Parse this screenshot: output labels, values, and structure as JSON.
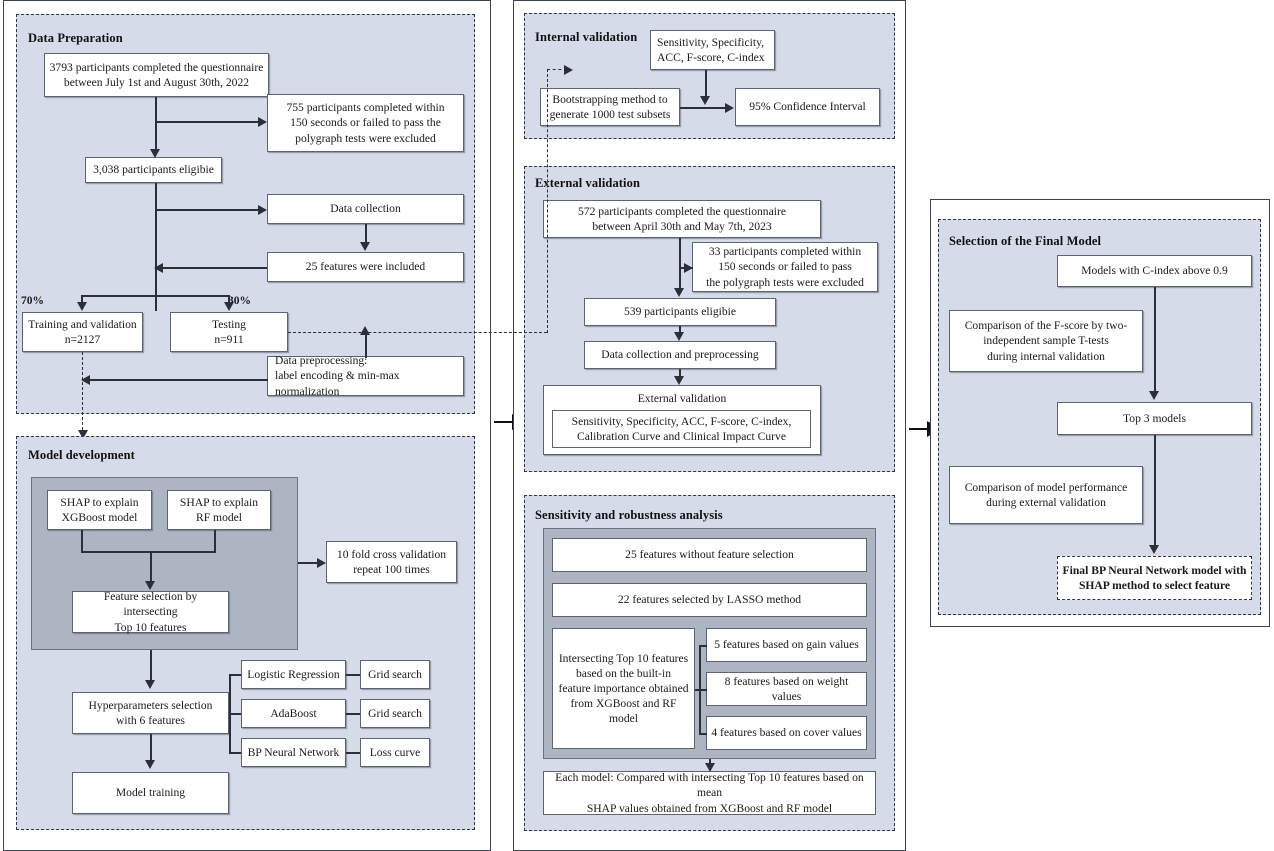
{
  "figure": {
    "type": "flowchart",
    "colors": {
      "panel_fill": "#d6dbe9",
      "gray_block": "#aeb5c2",
      "box_fill": "#ffffff",
      "line": "#2a2f38"
    }
  },
  "columns": [
    {
      "name": "left-column"
    },
    {
      "name": "middle-column"
    },
    {
      "name": "right-column"
    }
  ],
  "panels": {
    "data_preparation": {
      "title": "Data Preparation",
      "boxes": {
        "enrolled": "3793 participants completed the questionnaire\nbetween July 1st and August 30th, 2022",
        "enrolled_l1": "3793 participants completed the questionnaire",
        "enrolled_l2": "between July 1st and August 30th, 2022",
        "excluded_l1": "755 participants completed within",
        "excluded_l2": "150 seconds or failed to pass the",
        "excluded_l3": "polygraph tests were excluded",
        "eligible": "3,038 participants eligibie",
        "data_collection": "Data collection",
        "features": "25 features were included",
        "training_l1": "Training and validation",
        "training_l2": "n=2127",
        "testing_l1": "Testing",
        "testing_l2": "n=911",
        "preprocessing_l1": "Data preprocessing:",
        "preprocessing_l2": "label encoding & min-max normalization"
      },
      "labels": {
        "split_train": "70%",
        "split_test": "30%"
      }
    },
    "model_development": {
      "title": "Model development",
      "boxes": {
        "shap_xgb_l1": "SHAP  to explain",
        "shap_xgb_l2": "XGBoost model",
        "shap_rf_l1": "SHAP  to explain",
        "shap_rf_l2": "RF model",
        "cv_l1": "10 fold cross validation",
        "cv_l2": "repeat 100 times",
        "feature_selection_l1": "Feature selection by intersecting",
        "feature_selection_l2": "Top 10 features",
        "hyperparams_l1": "Hyperparameters selection",
        "hyperparams_l2": "with 6 features",
        "logistic_regression": "Logistic Regression",
        "adaboost": "AdaBoost",
        "bp_neural_network": "BP Neural Network",
        "grid_search_1": "Grid search",
        "grid_search_2": "Grid search",
        "loss_curve": "Loss curve",
        "model_training": "Model training"
      }
    },
    "internal_validation": {
      "title": "Internal validation",
      "boxes": {
        "metrics_l1": "Sensitivity, Specificity,",
        "metrics_l2": "ACC, F-score, C-index",
        "bootstrap_l1": "Bootstrapping method to",
        "bootstrap_l2": "generate 1000 test subsets",
        "ci": "95% Confidence Interval"
      }
    },
    "external_validation": {
      "title": "External validation",
      "boxes": {
        "enrolled_l1": "572 participants completed the questionnaire",
        "enrolled_l2": "between April 30th and May 7th, 2023",
        "excluded_l1": "33 participants completed within",
        "excluded_l2": "150 seconds or failed to pass",
        "excluded_l3": "the polygraph tests were excluded",
        "eligible": "539 participants eligibie",
        "collection": "Data collection and  preprocessing",
        "ext_val_title": "External validation",
        "ext_metrics_l1": "Sensitivity, Specificity, ACC, F-score, C-index,",
        "ext_metrics_l2": "Calibration Curve and Clinical Impact Curve"
      }
    },
    "sensitivity_analysis": {
      "title": "Sensitivity and robustness analysis",
      "boxes": {
        "no_selection": "25 features without feature selection",
        "lasso": "22 features selected by LASSO method",
        "intersect_l1": "Intersecting Top 10 features",
        "intersect_l2": "based on the built-in",
        "intersect_l3": "feature importance obtained",
        "intersect_l4": "from XGBoost and RF model",
        "gain": "5 features based on gain values",
        "weight": "8 features based on weight values",
        "cover": "4 features based on cover values",
        "each_model_l1": "Each model: Compared with intersecting Top 10 features based on mean",
        "each_model_l2": "SHAP values obtained from XGBoost and RF model"
      }
    },
    "final_model": {
      "title": "Selection of the Final Model",
      "boxes": {
        "c_index": "Models with C-index above 0.9",
        "fscore_l1": "Comparison of the F-score by two-",
        "fscore_l2": "independent sample T-tests",
        "fscore_l3": "during internal validation",
        "top3": "Top 3 models",
        "perf_l1": "Comparison of model performance",
        "perf_l2": "during external validation",
        "final_l1": "Final BP  Neural Network model with",
        "final_l2": "SHAP method to select feature"
      }
    }
  }
}
